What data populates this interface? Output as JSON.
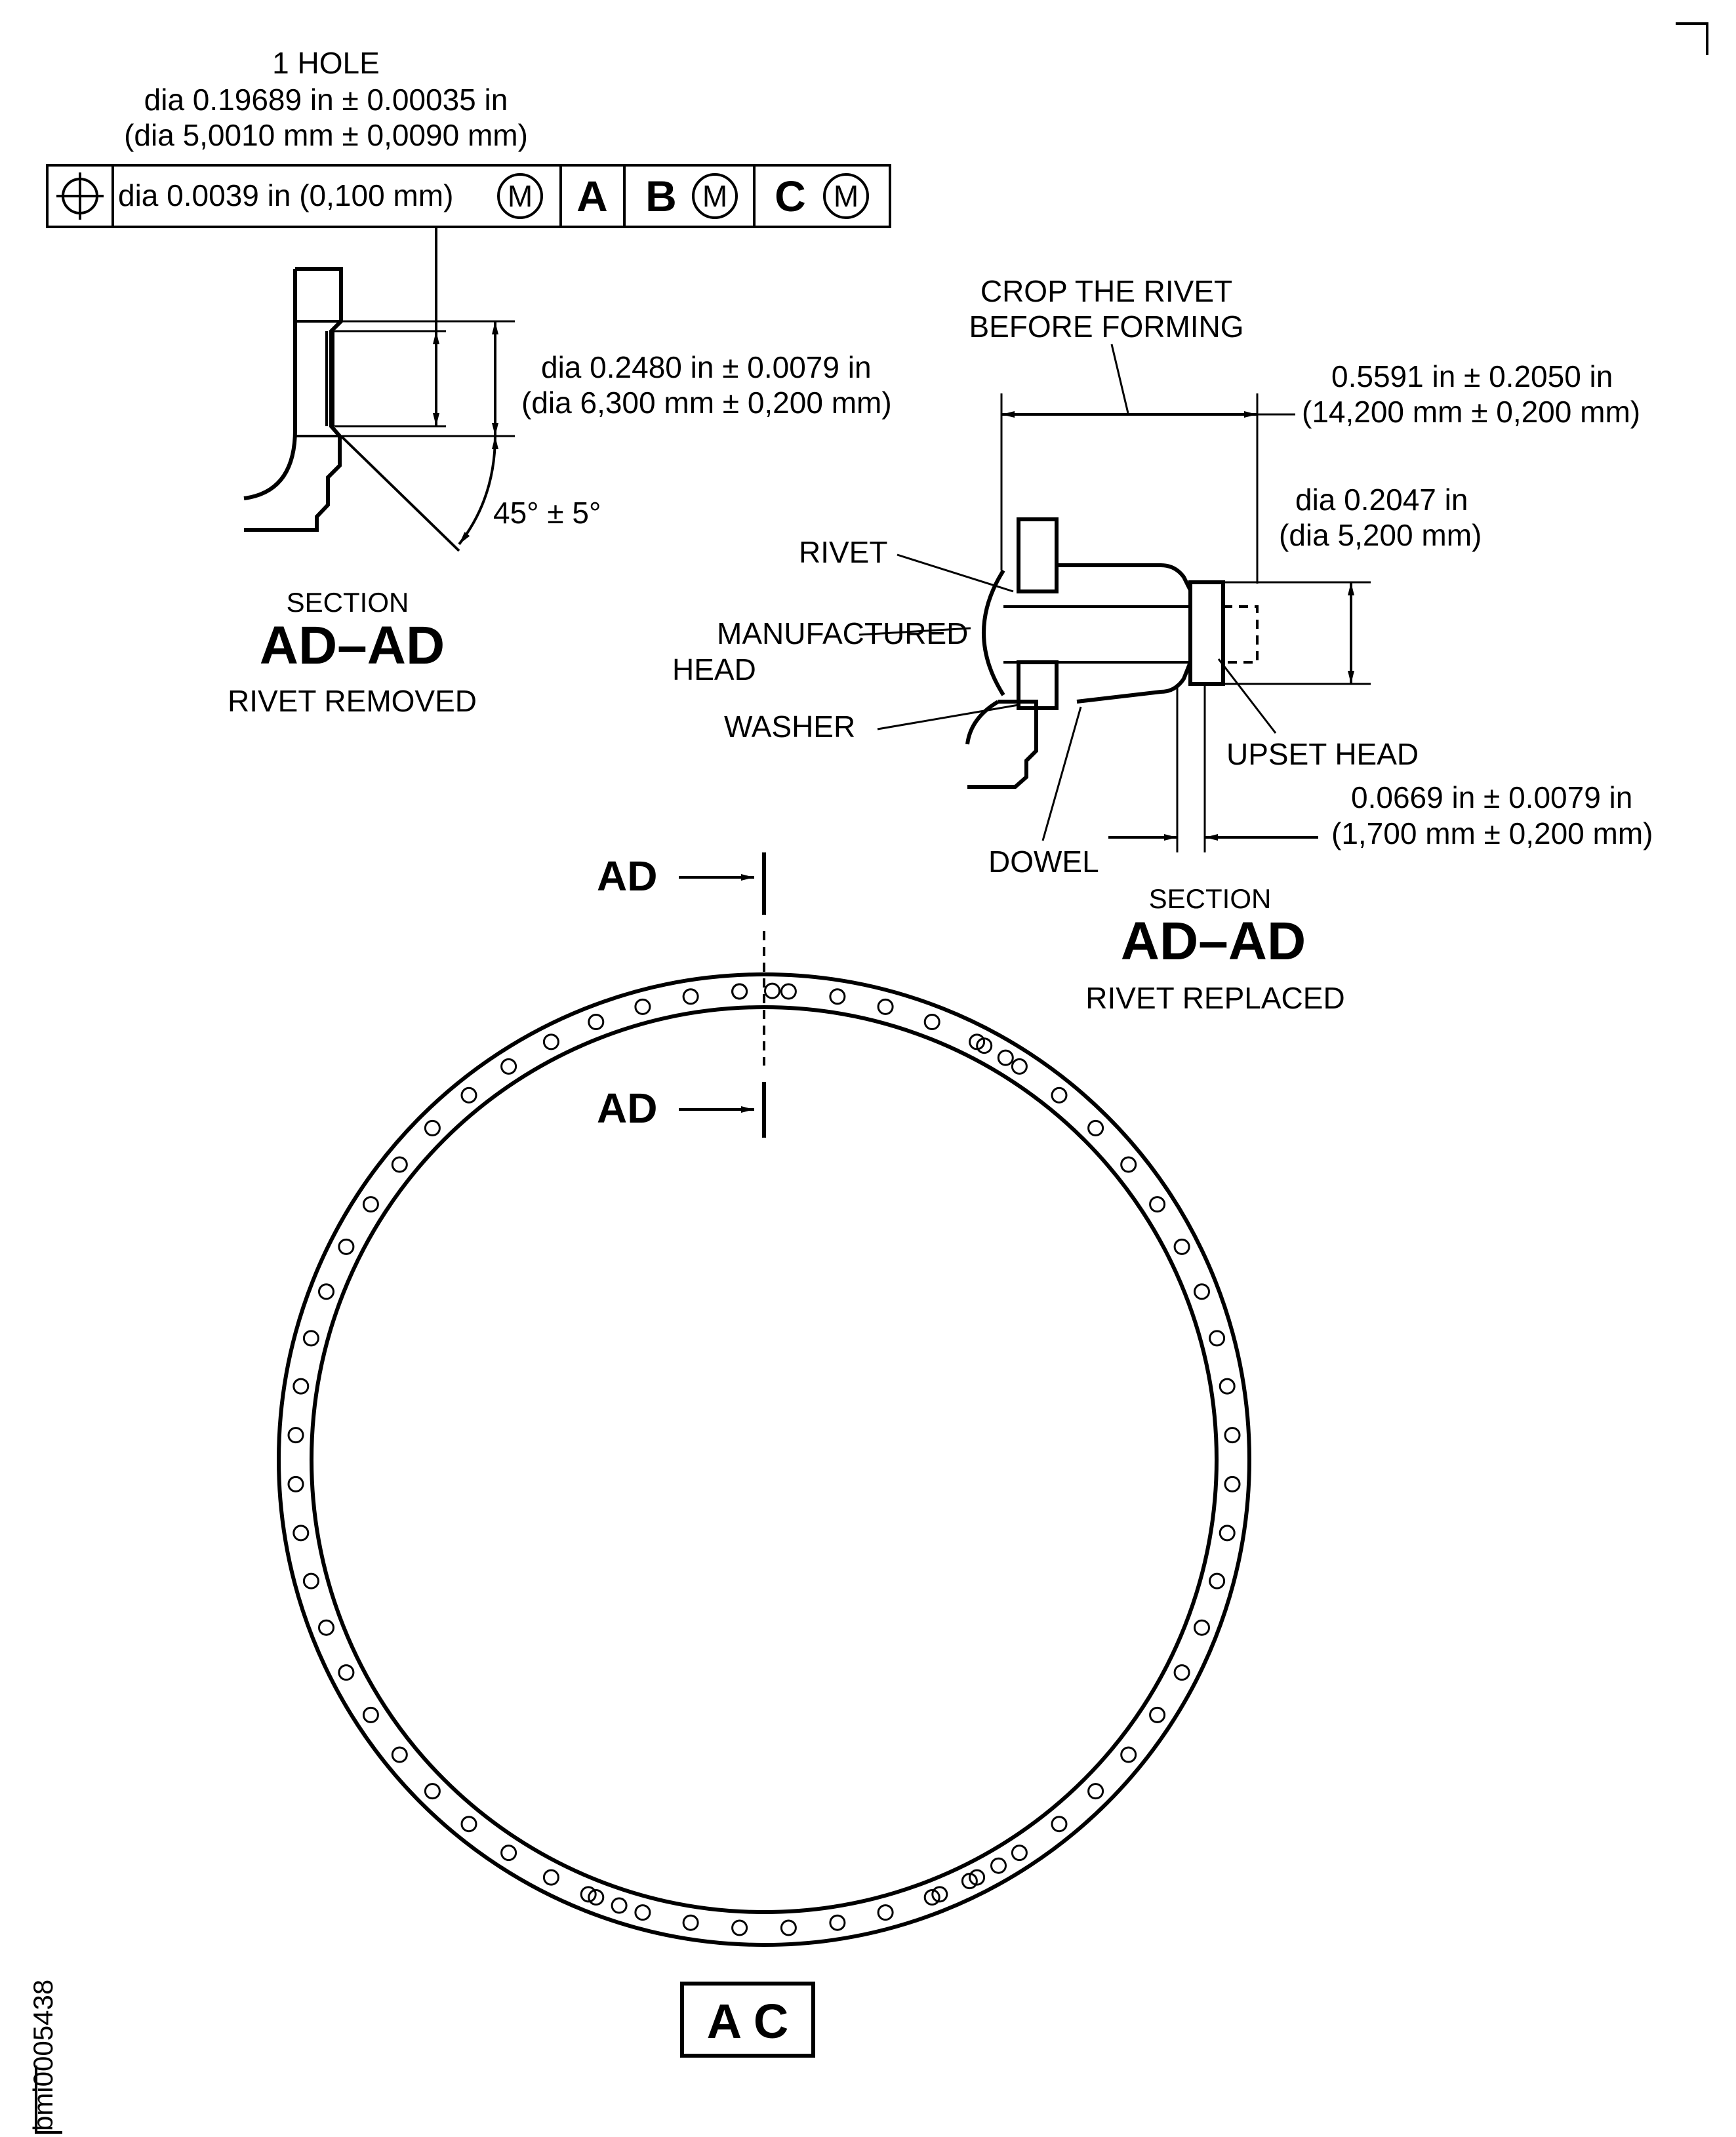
{
  "fcf": {
    "hole_count": "1 HOLE",
    "hole_dia_in": "dia 0.19689 in ± 0.00035 in",
    "hole_dia_mm": "(dia 5,0010 mm ± 0,0090 mm)",
    "tolerance": "dia 0.0039 in (0,100 mm)",
    "mod_m": "M",
    "datum_a": "A",
    "datum_b": "B",
    "datum_c": "C"
  },
  "section_removed": {
    "bore_dia_in": "dia 0.2480 in ± 0.0079 in",
    "bore_dia_mm": "(dia 6,300 mm ± 0,200 mm)",
    "chamfer": "45° ± 5°",
    "section_word": "SECTION",
    "section_id": "AD–AD",
    "caption": "RIVET REMOVED"
  },
  "section_replaced": {
    "crop_line1": "CROP THE RIVET",
    "crop_line2": "BEFORE FORMING",
    "length_in": "0.5591 in ± 0.2050 in",
    "length_mm": "(14,200 mm ± 0,200 mm)",
    "upset_dia_in": "dia 0.2047 in",
    "upset_dia_mm": "(dia 5,200 mm)",
    "rivet": "RIVET",
    "manufactured_head_1": "MANUFACTURED",
    "manufactured_head_2": "HEAD",
    "washer": "WASHER",
    "upset_head": "UPSET HEAD",
    "upset_height_in": "0.0669 in ± 0.0079 in",
    "upset_height_mm": "(1,700 mm ± 0,200 mm)",
    "dowel": "DOWEL",
    "section_word": "SECTION",
    "section_id": "AD–AD",
    "caption": "RIVET REPLACED"
  },
  "ring": {
    "cut_label_top": "AD",
    "cut_label_bottom": "AD",
    "view_label": "A C"
  },
  "figure_id": "bmi0005438"
}
